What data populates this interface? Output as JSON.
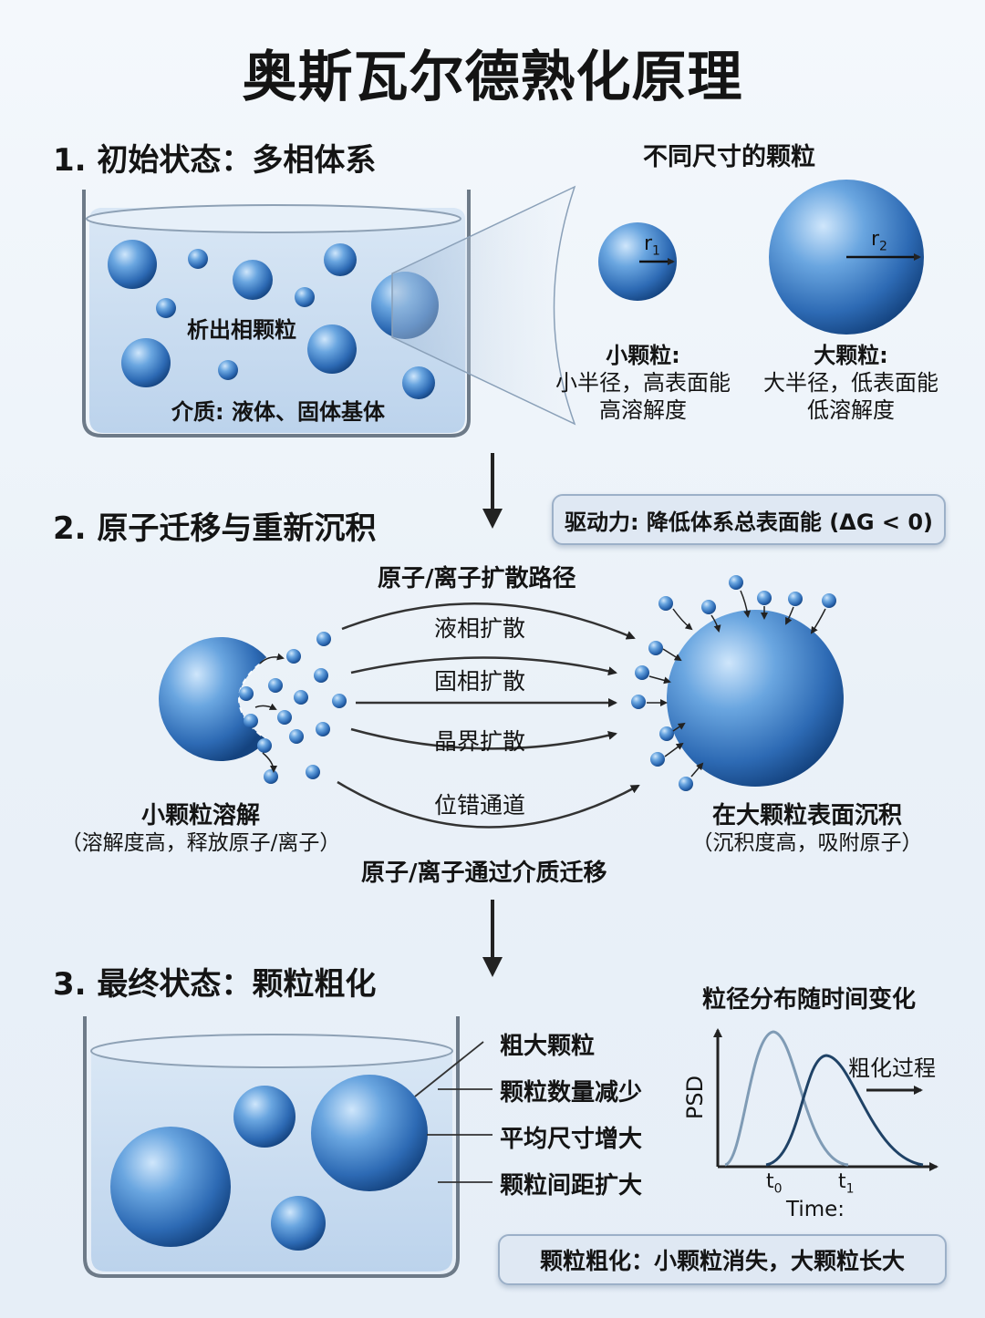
{
  "title": "奥斯瓦尔德熟化原理",
  "section1": {
    "heading": "1. 初始状态：多相体系",
    "precipitate_label": "析出相颗粒",
    "medium_label": "介质: 液体、固体基体",
    "zoom_title": "不同尺寸的颗粒",
    "r1": "r",
    "r1_sub": "1",
    "r2": "r",
    "r2_sub": "2",
    "small_title": "小颗粒:",
    "small_line1": "小半径，高表面能",
    "small_line2": "高溶解度",
    "large_title": "大颗粒:",
    "large_line1": "大半径，低表面能",
    "large_line2": "低溶解度"
  },
  "section2": {
    "heading": "2. 原子迁移与重新沉积",
    "driving_force": "驱动力: 降低体系总表面能 (ΔG < 0)",
    "paths_title": "原子/离子扩散路径",
    "path1": "液相扩散",
    "path2": "固相扩散",
    "path3": "晶界扩散",
    "path4": "位错通道",
    "dissolve_title": "小颗粒溶解",
    "dissolve_note": "（溶解度高，释放原子/离子）",
    "deposit_title": "在大颗粒表面沉积",
    "deposit_note": "（沉积度高，吸附原子）",
    "migration": "原子/离子通过介质迁移"
  },
  "section3": {
    "heading": "3. 最终状态：颗粒粗化",
    "feature1": "粗大颗粒",
    "feature2": "颗粒数量减少",
    "feature3": "平均尺寸增大",
    "feature4": "颗粒间距扩大",
    "chart_title": "粒径分布随时间变化",
    "psd_label": "PSD",
    "coarsening_label": "粗化过程",
    "t0": "t",
    "t0_sub": "0",
    "t1": "t",
    "t1_sub": "1",
    "time_label": "Time:",
    "summary": "颗粒粗化：小颗粒消失，大颗粒长大"
  },
  "colors": {
    "particle_light": "#a9d0f2",
    "particle_mid": "#3d7fc8",
    "particle_dark": "#12427f",
    "liquid": "#c9ddf1",
    "beaker_line": "#6d7a88",
    "curve_t0": "#7f9bb5",
    "curve_t1": "#1f4266"
  }
}
